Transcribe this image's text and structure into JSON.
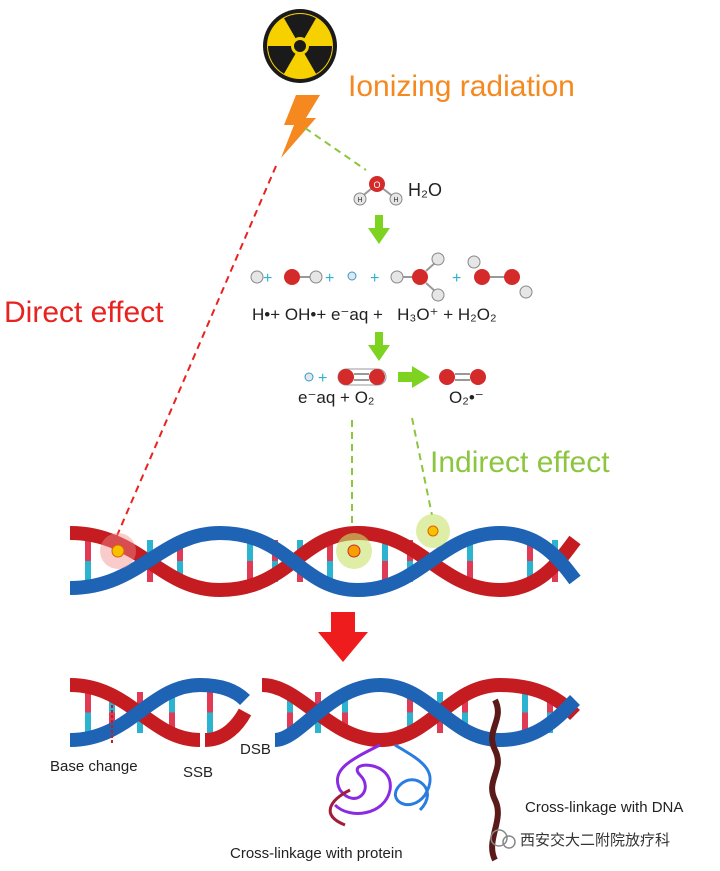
{
  "title": "Ionizing radiation",
  "effects": {
    "direct": "Direct effect",
    "indirect": "Indirect effect"
  },
  "water": {
    "formula": "H₂O",
    "atom_h": "H",
    "atom_o": "O"
  },
  "radiolysis": {
    "products_line": "H•+ OH•+ e⁻aq +   H₃O⁺ + H₂O₂"
  },
  "oxygen_reaction": {
    "reactants": "e⁻aq + O₂",
    "product": "O₂•⁻"
  },
  "damage": {
    "base_change": "Base change",
    "ssb": "SSB",
    "dsb": "DSB",
    "crosslink_dna": "Cross-linkage with DNA",
    "crosslink_protein": "Cross-linkage with protein"
  },
  "watermark": "西安交大二附院放疗科",
  "colors": {
    "orange": "#f5891f",
    "red_text": "#e8231f",
    "green_text": "#8cc63f",
    "strand_red": "#c41c20",
    "strand_blue": "#1f63b4",
    "rung_red": "#e03a54",
    "rung_cyan": "#2cb3d0",
    "arrow_green": "#7ed321",
    "arrow_red": "#ee1c1c"
  }
}
